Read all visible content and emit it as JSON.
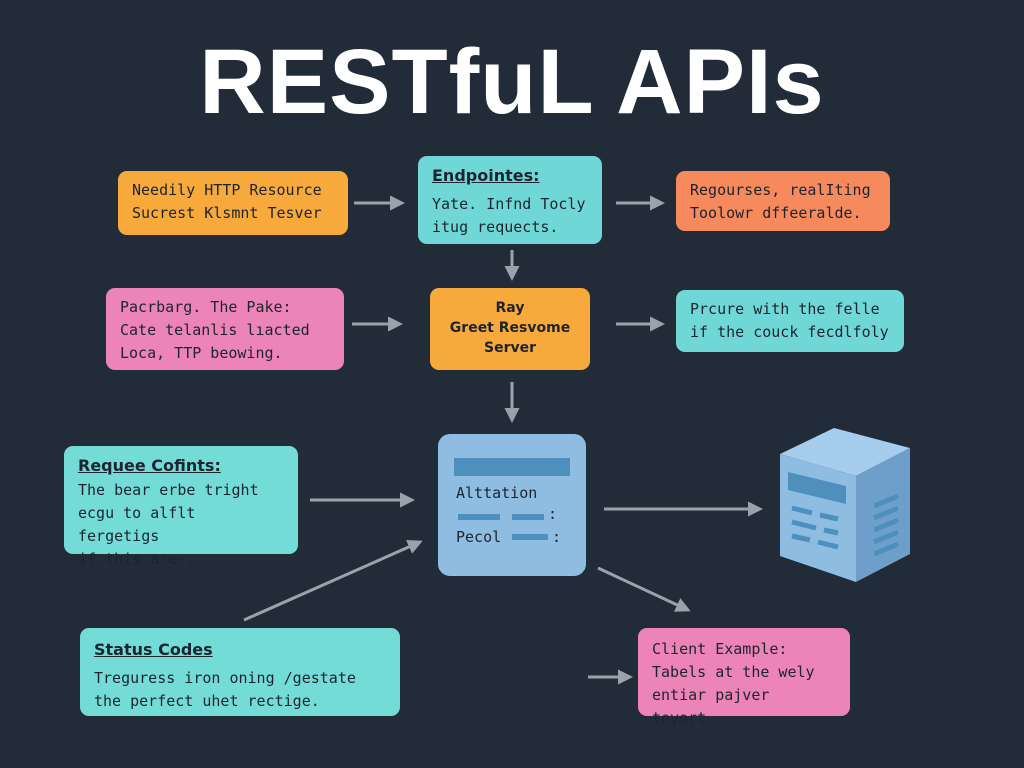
{
  "title": "RESTfuL APIs",
  "boxes": {
    "b1": {
      "lines": [
        "Needily HTTP Resource",
        "Sucrest Klsmnt Tesver"
      ]
    },
    "b2": {
      "heading": "Endpointes:",
      "lines": [
        "Yate. Infnd Tocly",
        "itug requects."
      ]
    },
    "b3": {
      "lines": [
        "Regourses, realIting",
        "Toolowr dffeeralde."
      ]
    },
    "b4": {
      "lines": [
        "Pacrbarg. The Pake:",
        "Cate telanlis lıacted",
        "Loca, TTP beowing."
      ]
    },
    "b5": {
      "lines": [
        "Ray",
        "Greet Resvome",
        "Server"
      ]
    },
    "b6": {
      "lines": [
        "Prcure with the felle",
        "if the couck fecdlfoly"
      ]
    },
    "b7": {
      "heading": "Requee Cofints:",
      "lines": [
        "The bear erbe tright",
        "ecgu to alflt fergetigs",
        "if this are.."
      ]
    },
    "b8": {
      "heading": "Status Codes",
      "lines": [
        "Treguress iron oning /gestate",
        "the perfect uhet rectige."
      ]
    },
    "b9": {
      "heading": "Client Example:",
      "lines": [
        "Tabels at the wely",
        "entiar pajver teyort."
      ]
    }
  },
  "doc": {
    "label1": "Alttation",
    "label2": "Pecol",
    "colon": ":"
  },
  "colors": {
    "background": "#222b38",
    "orange": "#f7a93b",
    "teal": "#6fd8d6",
    "coral": "#f78a5c",
    "pink": "#ec84b8",
    "doc_blue": "#8fbde2",
    "arrow": "#9aa3ad"
  },
  "icons": {
    "document": "document-icon",
    "server": "server-cube-icon"
  }
}
